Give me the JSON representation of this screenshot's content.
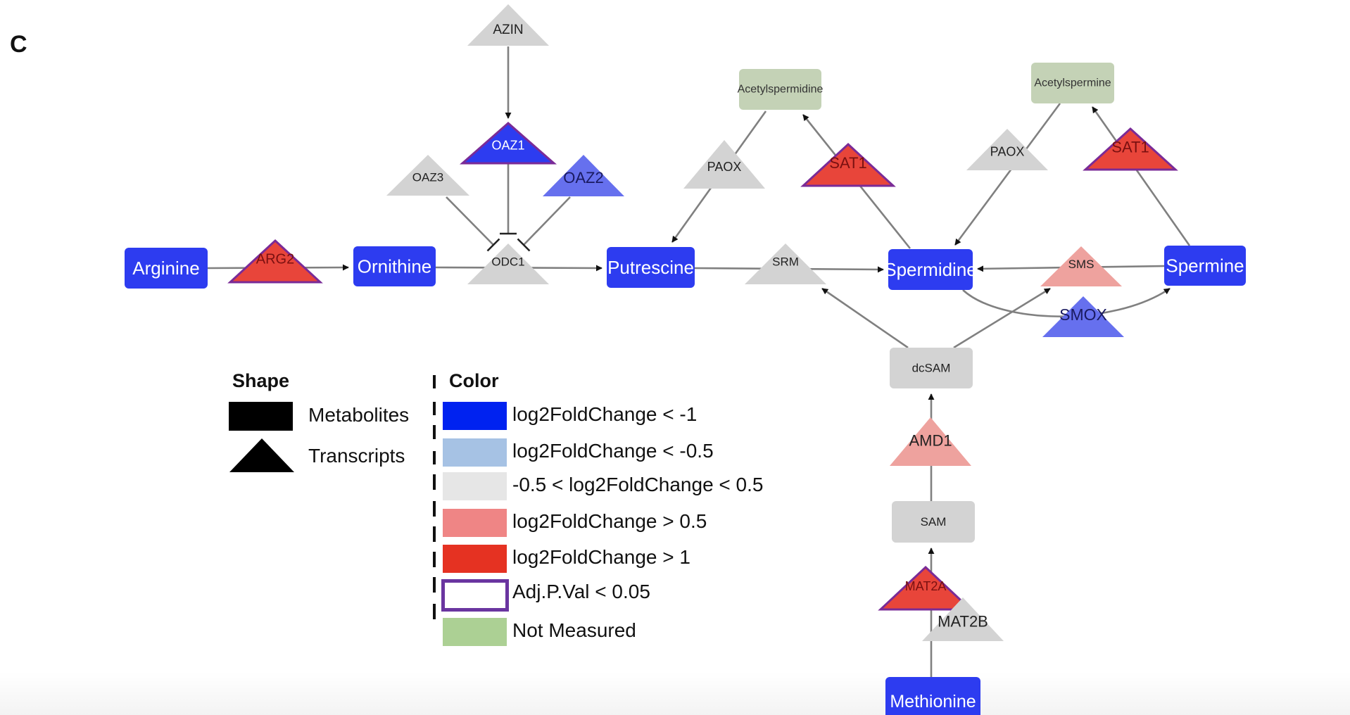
{
  "panel_label": "C",
  "colors": {
    "down_strong": "#2d3cf0",
    "down_weak": "#6670ee",
    "neutral": "#d3d3d3",
    "up_weak": "#eea29e",
    "up_strong": "#e8453a",
    "significant_border": "#7a2b97",
    "not_measured": "#c4d2b6",
    "edge": "#808080",
    "arrow": "#111111"
  },
  "nodes": {
    "arginine": {
      "label": "Arginine",
      "shape": "rect",
      "color": "down_strong",
      "text": "#ffffff"
    },
    "arg2": {
      "label": "ARG2",
      "shape": "triangle",
      "color": "up_strong",
      "text": "#7a1010",
      "significant": true
    },
    "ornithine": {
      "label": "Ornithine",
      "shape": "rect",
      "color": "down_strong",
      "text": "#ffffff"
    },
    "odc1": {
      "label": "ODC1",
      "shape": "triangle",
      "color": "neutral",
      "text": "#222222"
    },
    "azin": {
      "label": "AZIN",
      "shape": "triangle",
      "color": "neutral",
      "text": "#222222"
    },
    "oaz1": {
      "label": "OAZ1",
      "shape": "triangle",
      "color": "down_strong",
      "text": "#ffffff",
      "significant": true
    },
    "oaz3": {
      "label": "OAZ3",
      "shape": "triangle",
      "color": "neutral",
      "text": "#222222"
    },
    "oaz2": {
      "label": "OAZ2",
      "shape": "triangle",
      "color": "down_weak",
      "text": "#1a1a60"
    },
    "putrescine": {
      "label": "Putrescine",
      "shape": "rect",
      "color": "down_strong",
      "text": "#ffffff"
    },
    "paox1": {
      "label": "PAOX",
      "shape": "triangle",
      "color": "neutral",
      "text": "#222222"
    },
    "acetylspermidine": {
      "label": "Acetylspermidine",
      "shape": "rect",
      "color": "not_measured",
      "text": "#333333"
    },
    "sat1_a": {
      "label": "SAT1",
      "shape": "triangle",
      "color": "up_strong",
      "text": "#7a1010",
      "significant": true
    },
    "srm": {
      "label": "SRM",
      "shape": "triangle",
      "color": "neutral",
      "text": "#222222"
    },
    "spermidine": {
      "label": "Spermidine",
      "shape": "rect",
      "color": "down_strong",
      "text": "#ffffff"
    },
    "acetylspermine": {
      "label": "Acetylspermine",
      "shape": "rect",
      "color": "not_measured",
      "text": "#333333"
    },
    "paox2": {
      "label": "PAOX",
      "shape": "triangle",
      "color": "neutral",
      "text": "#222222"
    },
    "sat1_b": {
      "label": "SAT1",
      "shape": "triangle",
      "color": "up_strong",
      "text": "#7a1010",
      "significant": true
    },
    "spermine": {
      "label": "Spermine",
      "shape": "rect",
      "color": "down_strong",
      "text": "#ffffff"
    },
    "sms": {
      "label": "SMS",
      "shape": "triangle",
      "color": "up_weak",
      "text": "#222222"
    },
    "smox": {
      "label": "SMOX",
      "shape": "triangle",
      "color": "down_weak",
      "text": "#1a1a60"
    },
    "dcsam": {
      "label": "dcSAM",
      "shape": "rect",
      "color": "neutral",
      "text": "#222222"
    },
    "amd1": {
      "label": "AMD1",
      "shape": "triangle",
      "color": "up_weak",
      "text": "#222222"
    },
    "sam": {
      "label": "SAM",
      "shape": "rect",
      "color": "neutral",
      "text": "#222222"
    },
    "mat2a": {
      "label": "MAT2A",
      "shape": "triangle",
      "color": "up_strong",
      "text": "#7a1010",
      "significant": true
    },
    "mat2b": {
      "label": "MAT2B",
      "shape": "triangle",
      "color": "neutral",
      "text": "#222222"
    },
    "methionine": {
      "label": "Methionine",
      "shape": "rect",
      "color": "down_strong",
      "text": "#ffffff"
    }
  },
  "edges": [
    {
      "from": "arginine",
      "to": "ornithine",
      "via": "arg2",
      "type": "arrow"
    },
    {
      "from": "ornithine",
      "to": "putrescine",
      "via": "odc1",
      "type": "arrow"
    },
    {
      "from": "azin",
      "to": "oaz1",
      "type": "arrow"
    },
    {
      "from": "oaz1",
      "to": "odc1",
      "type": "inhibit"
    },
    {
      "from": "oaz3",
      "to": "odc1",
      "type": "inhibit"
    },
    {
      "from": "oaz2",
      "to": "odc1",
      "type": "inhibit"
    },
    {
      "from": "putrescine",
      "to": "spermidine",
      "via": "srm",
      "type": "arrow"
    },
    {
      "from": "acetylspermidine",
      "to": "putrescine",
      "via": "paox1",
      "type": "arrow"
    },
    {
      "from": "spermidine",
      "to": "acetylspermidine",
      "via": "sat1_a",
      "type": "arrow"
    },
    {
      "from": "acetylspermine",
      "to": "spermidine",
      "via": "paox2",
      "type": "arrow"
    },
    {
      "from": "spermine",
      "to": "acetylspermine",
      "via": "sat1_b",
      "type": "arrow"
    },
    {
      "from": "spermine",
      "to": "spermidine",
      "via": "sms",
      "type": "arrow"
    },
    {
      "from": "spermidine",
      "to": "spermine",
      "via": "smox",
      "type": "arrow"
    },
    {
      "from": "dcsam",
      "to": "srm",
      "type": "arrow"
    },
    {
      "from": "dcsam",
      "to": "sms",
      "type": "arrow"
    },
    {
      "from": "sam",
      "to": "dcsam",
      "via": "amd1",
      "type": "arrow"
    },
    {
      "from": "methionine",
      "to": "sam",
      "via": "mat2a",
      "type": "arrow"
    }
  ],
  "legend": {
    "shape_title": "Shape",
    "shape_items": [
      {
        "label": "Metabolites",
        "shape": "rect"
      },
      {
        "label": "Transcripts",
        "shape": "triangle"
      }
    ],
    "color_title": "Color",
    "color_items": [
      {
        "label": "log2FoldChange < -1",
        "color": "#0022f0"
      },
      {
        "label": "log2FoldChange < -0.5",
        "color": "#a6c2e4"
      },
      {
        "label": "-0.5 < log2FoldChange < 0.5",
        "color": "#e6e6e6"
      },
      {
        "label": "log2FoldChange > 0.5",
        "color": "#ef8585"
      },
      {
        "label": "log2FoldChange > 1",
        "color": "#e53222"
      },
      {
        "label": "Adj.P.Val < 0.05",
        "color": "#ffffff",
        "border": "#6a35a0"
      },
      {
        "label": "Not Measured",
        "color": "#acd094"
      }
    ]
  }
}
